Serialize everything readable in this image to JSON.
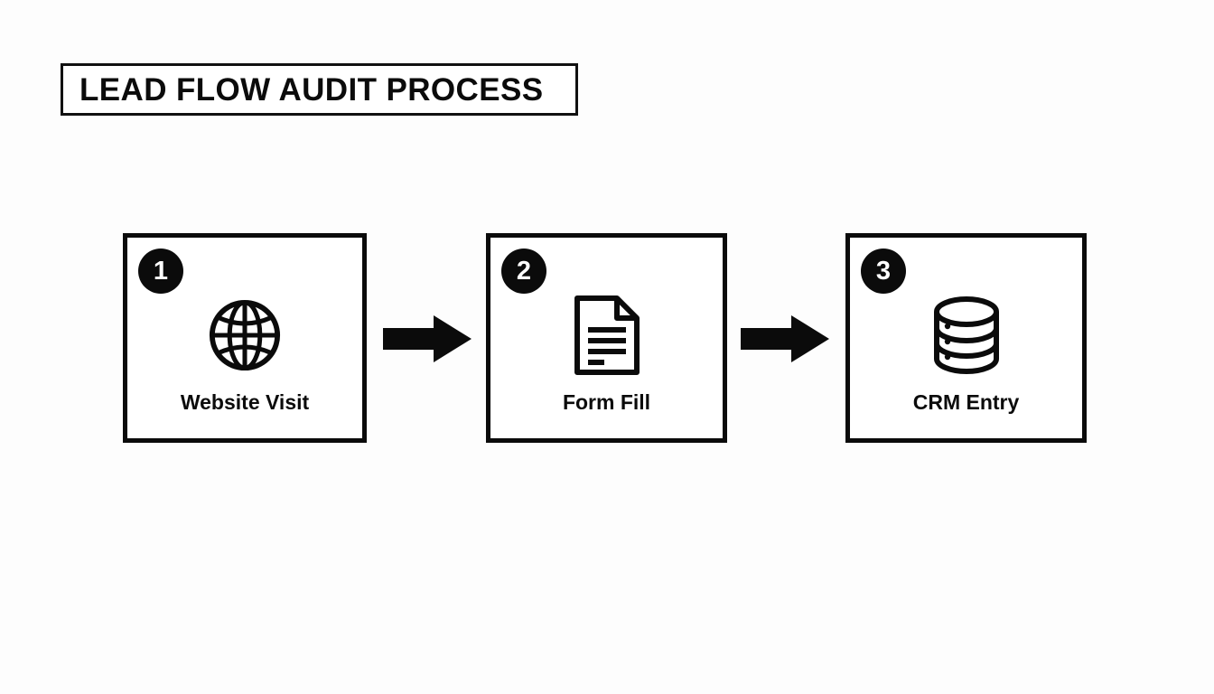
{
  "page": {
    "background_color": "#fdfdfd",
    "ink_color": "#0b0b0b"
  },
  "header": {
    "title": "LEAD FLOW AUDIT PROCESS"
  },
  "flow": {
    "steps": [
      {
        "number": "1",
        "label": "Website Visit",
        "icon": "globe-icon"
      },
      {
        "number": "2",
        "label": "Form Fill",
        "icon": "document-icon"
      },
      {
        "number": "3",
        "label": "CRM Entry",
        "icon": "database-icon"
      }
    ],
    "connectors": [
      {
        "icon": "arrow-right-icon",
        "from": "1",
        "to": "2"
      },
      {
        "icon": "arrow-right-icon",
        "from": "2",
        "to": "3"
      }
    ]
  }
}
